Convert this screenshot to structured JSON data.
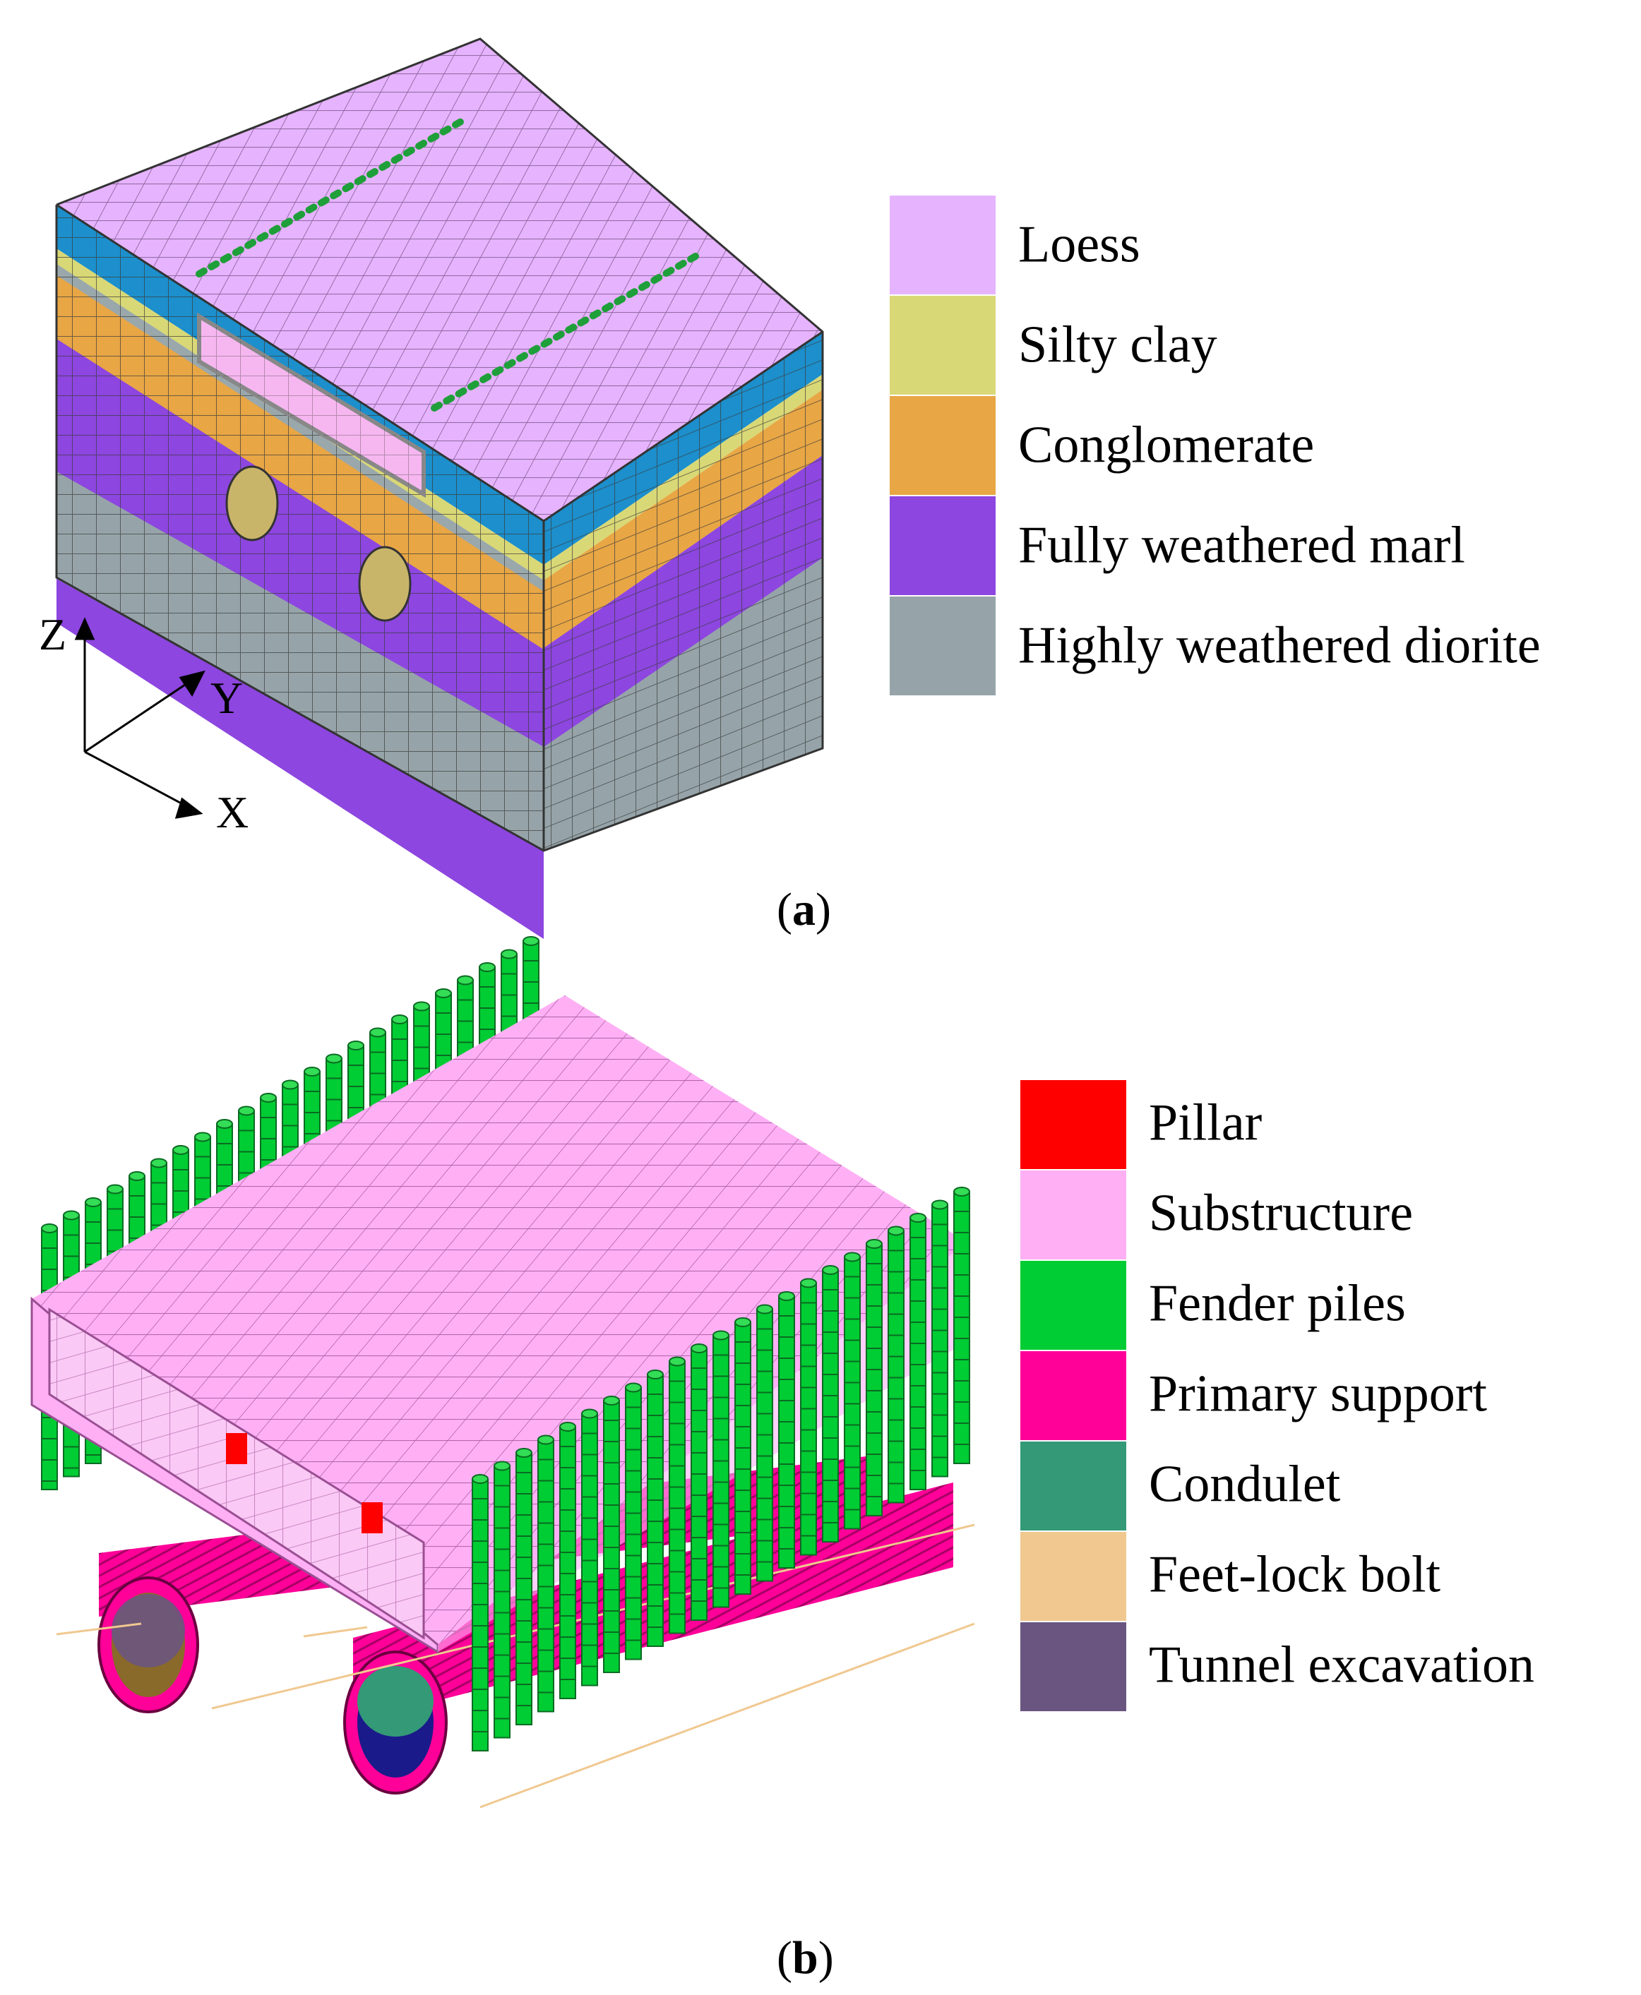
{
  "panel_a": {
    "caption_letter": "a",
    "axes": {
      "z": "Z",
      "y": "Y",
      "x": "X"
    },
    "legend": [
      {
        "label": "Loess",
        "color": "#E6B3FF"
      },
      {
        "label": "Silty clay",
        "color": "#D9D876"
      },
      {
        "label": "Conglomerate",
        "color": "#E8A645"
      },
      {
        "label": "Fully weathered marl",
        "color": "#8D46E0"
      },
      {
        "label": "Highly weathered diorite",
        "color": "#96A4A9"
      }
    ],
    "colors": {
      "blue_layer": "#1C8FCC",
      "mesh": "#4a4a4a",
      "pile_dots": "#1f9f3a"
    }
  },
  "panel_b": {
    "caption_letter": "b",
    "legend": [
      {
        "label": "Pillar",
        "color": "#FF0000"
      },
      {
        "label": "Substructure",
        "color": "#FFB0F5"
      },
      {
        "label": "Fender piles",
        "color": "#00CC33"
      },
      {
        "label": "Primary support",
        "color": "#FF0099"
      },
      {
        "label": "Condulet",
        "color": "#339977"
      },
      {
        "label": "Feet-lock bolt",
        "color": "#F0C890"
      },
      {
        "label": "Tunnel excavation",
        "color": "#6A5580"
      }
    ]
  }
}
